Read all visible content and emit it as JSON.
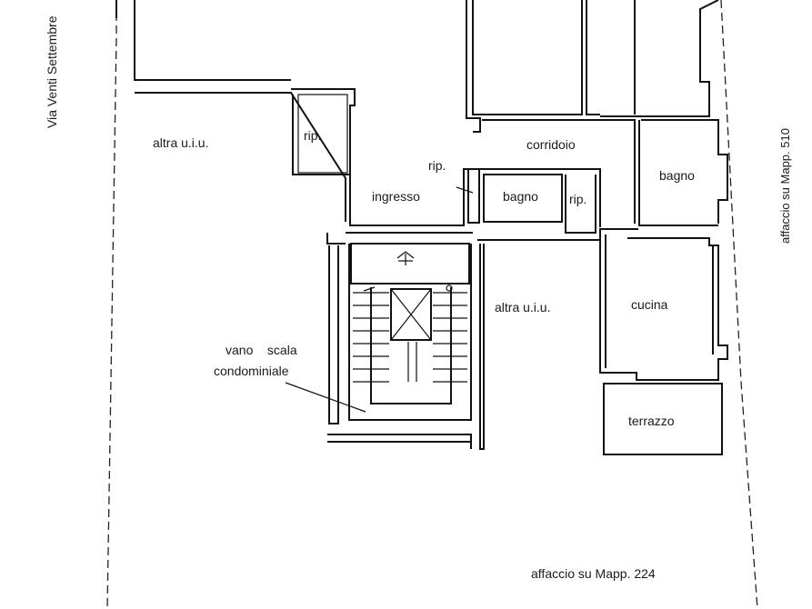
{
  "labels": {
    "street": "Via Venti Settembre",
    "facing_east": "affaccio su Mapp. 510",
    "facing_south": "affaccio su Mapp. 224",
    "other_unit_west": "altra u.i.u.",
    "other_unit_center": "altra u.i.u.",
    "storage_top": "rip.",
    "storage_small": "rip.",
    "storage_right": "rip.",
    "corridor": "corridoio",
    "entrance": "ingresso",
    "bathroom_center": "bagno",
    "bathroom_east": "bagno",
    "kitchen": "cucina",
    "terrace": "terrazzo",
    "stair_line1": "vano    scala",
    "stair_line2": "condominiale"
  },
  "colors": {
    "ink": "#111111",
    "paper": "#ffffff"
  },
  "icons": {
    "entrance_marker": "house-arrow-icon",
    "elevator": "elevator-cross-icon"
  }
}
